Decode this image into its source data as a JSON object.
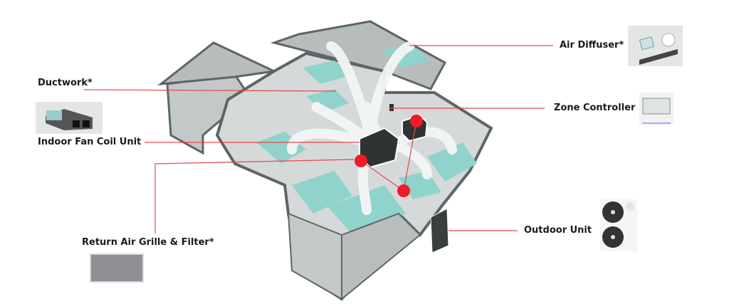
{
  "labels": {
    "ductwork": "Ductwork*",
    "indoor_fan_coil_unit": "Indoor Fan Coil Unit",
    "return_air_grille": "Return Air Grille & Filter*",
    "air_diffuser": "Air Diffuser*",
    "zone_controller": "Zone Controller",
    "outdoor_unit": "Outdoor Unit"
  },
  "colors": {
    "leader_line": "#e8474a",
    "marker": "#ee1c25",
    "floor": "#8fd3cc",
    "wall": "#c9cdcd",
    "outline": "#5f6566"
  }
}
